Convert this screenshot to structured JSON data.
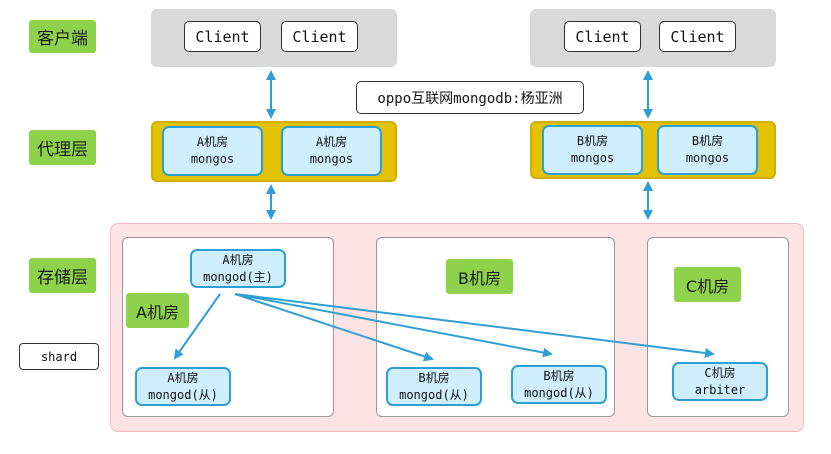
{
  "layers": {
    "client": "客户端",
    "proxy": "代理层",
    "storage": "存储层"
  },
  "clients": {
    "left": [
      "Client",
      "Client"
    ],
    "right": [
      "Client",
      "Client"
    ]
  },
  "note": "oppo互联网mongodb:杨亚洲",
  "proxy": {
    "a1": {
      "room": "A机房",
      "role": "mongos"
    },
    "a2": {
      "room": "A机房",
      "role": "mongos"
    },
    "b1": {
      "room": "B机房",
      "role": "mongos"
    },
    "b2": {
      "room": "B机房",
      "role": "mongos"
    }
  },
  "shard_label": "shard",
  "rooms": {
    "a": "A机房",
    "b": "B机房",
    "c": "C机房"
  },
  "storage_nodes": {
    "primary": {
      "room": "A机房",
      "role": "mongod(主)"
    },
    "a_secondary": {
      "room": "A机房",
      "role": "mongod(从)"
    },
    "b_secondary1": {
      "room": "B机房",
      "role": "mongod(从)"
    },
    "b_secondary2": {
      "room": "B机房",
      "role": "mongod(从)"
    },
    "c_arbiter": {
      "room": "C机房",
      "role": "arbiter"
    }
  },
  "colors": {
    "layer_label": "#8dd24a",
    "client_group": "#d9d9d9",
    "proxy_group": "#e5c200",
    "node_fill": "#cfeefe",
    "node_border": "#2f9ed4",
    "storage_bg": "#fde3e3",
    "arrow": "#2f9ed4"
  }
}
